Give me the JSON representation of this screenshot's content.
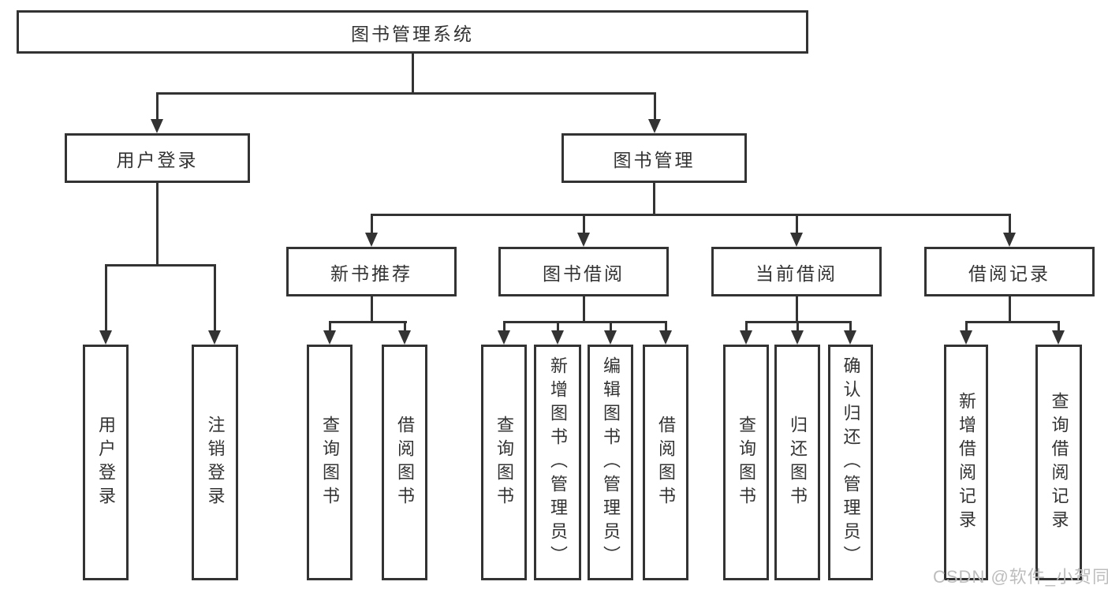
{
  "diagram": {
    "root": {
      "label": "图书管理系统"
    },
    "level2": [
      {
        "label": "用户登录"
      },
      {
        "label": "图书管理"
      }
    ],
    "level3": [
      {
        "label": "新书推荐"
      },
      {
        "label": "图书借阅"
      },
      {
        "label": "当前借阅"
      },
      {
        "label": "借阅记录"
      }
    ],
    "leaves": {
      "login": [
        {
          "label": "用户登录"
        },
        {
          "label": "注销登录"
        }
      ],
      "recommend": [
        {
          "label": "查询图书"
        },
        {
          "label": "借阅图书"
        }
      ],
      "borrow": [
        {
          "label": "查询图书"
        },
        {
          "label": "新增图书（管理员）"
        },
        {
          "label": "编辑图书（管理员）"
        },
        {
          "label": "借阅图书"
        }
      ],
      "current": [
        {
          "label": "查询图书"
        },
        {
          "label": "归还图书"
        },
        {
          "label": "确认归还（管理员）"
        }
      ],
      "records": [
        {
          "label": "新增借阅记录"
        },
        {
          "label": "查询借阅记录"
        }
      ]
    },
    "watermark": "CSDN @软件_小贺同学",
    "colors": {
      "line": "#333333",
      "text": "#333333",
      "box_background": "#ffffff",
      "background": "#ffffff",
      "watermark": "#bdbdbd"
    }
  }
}
